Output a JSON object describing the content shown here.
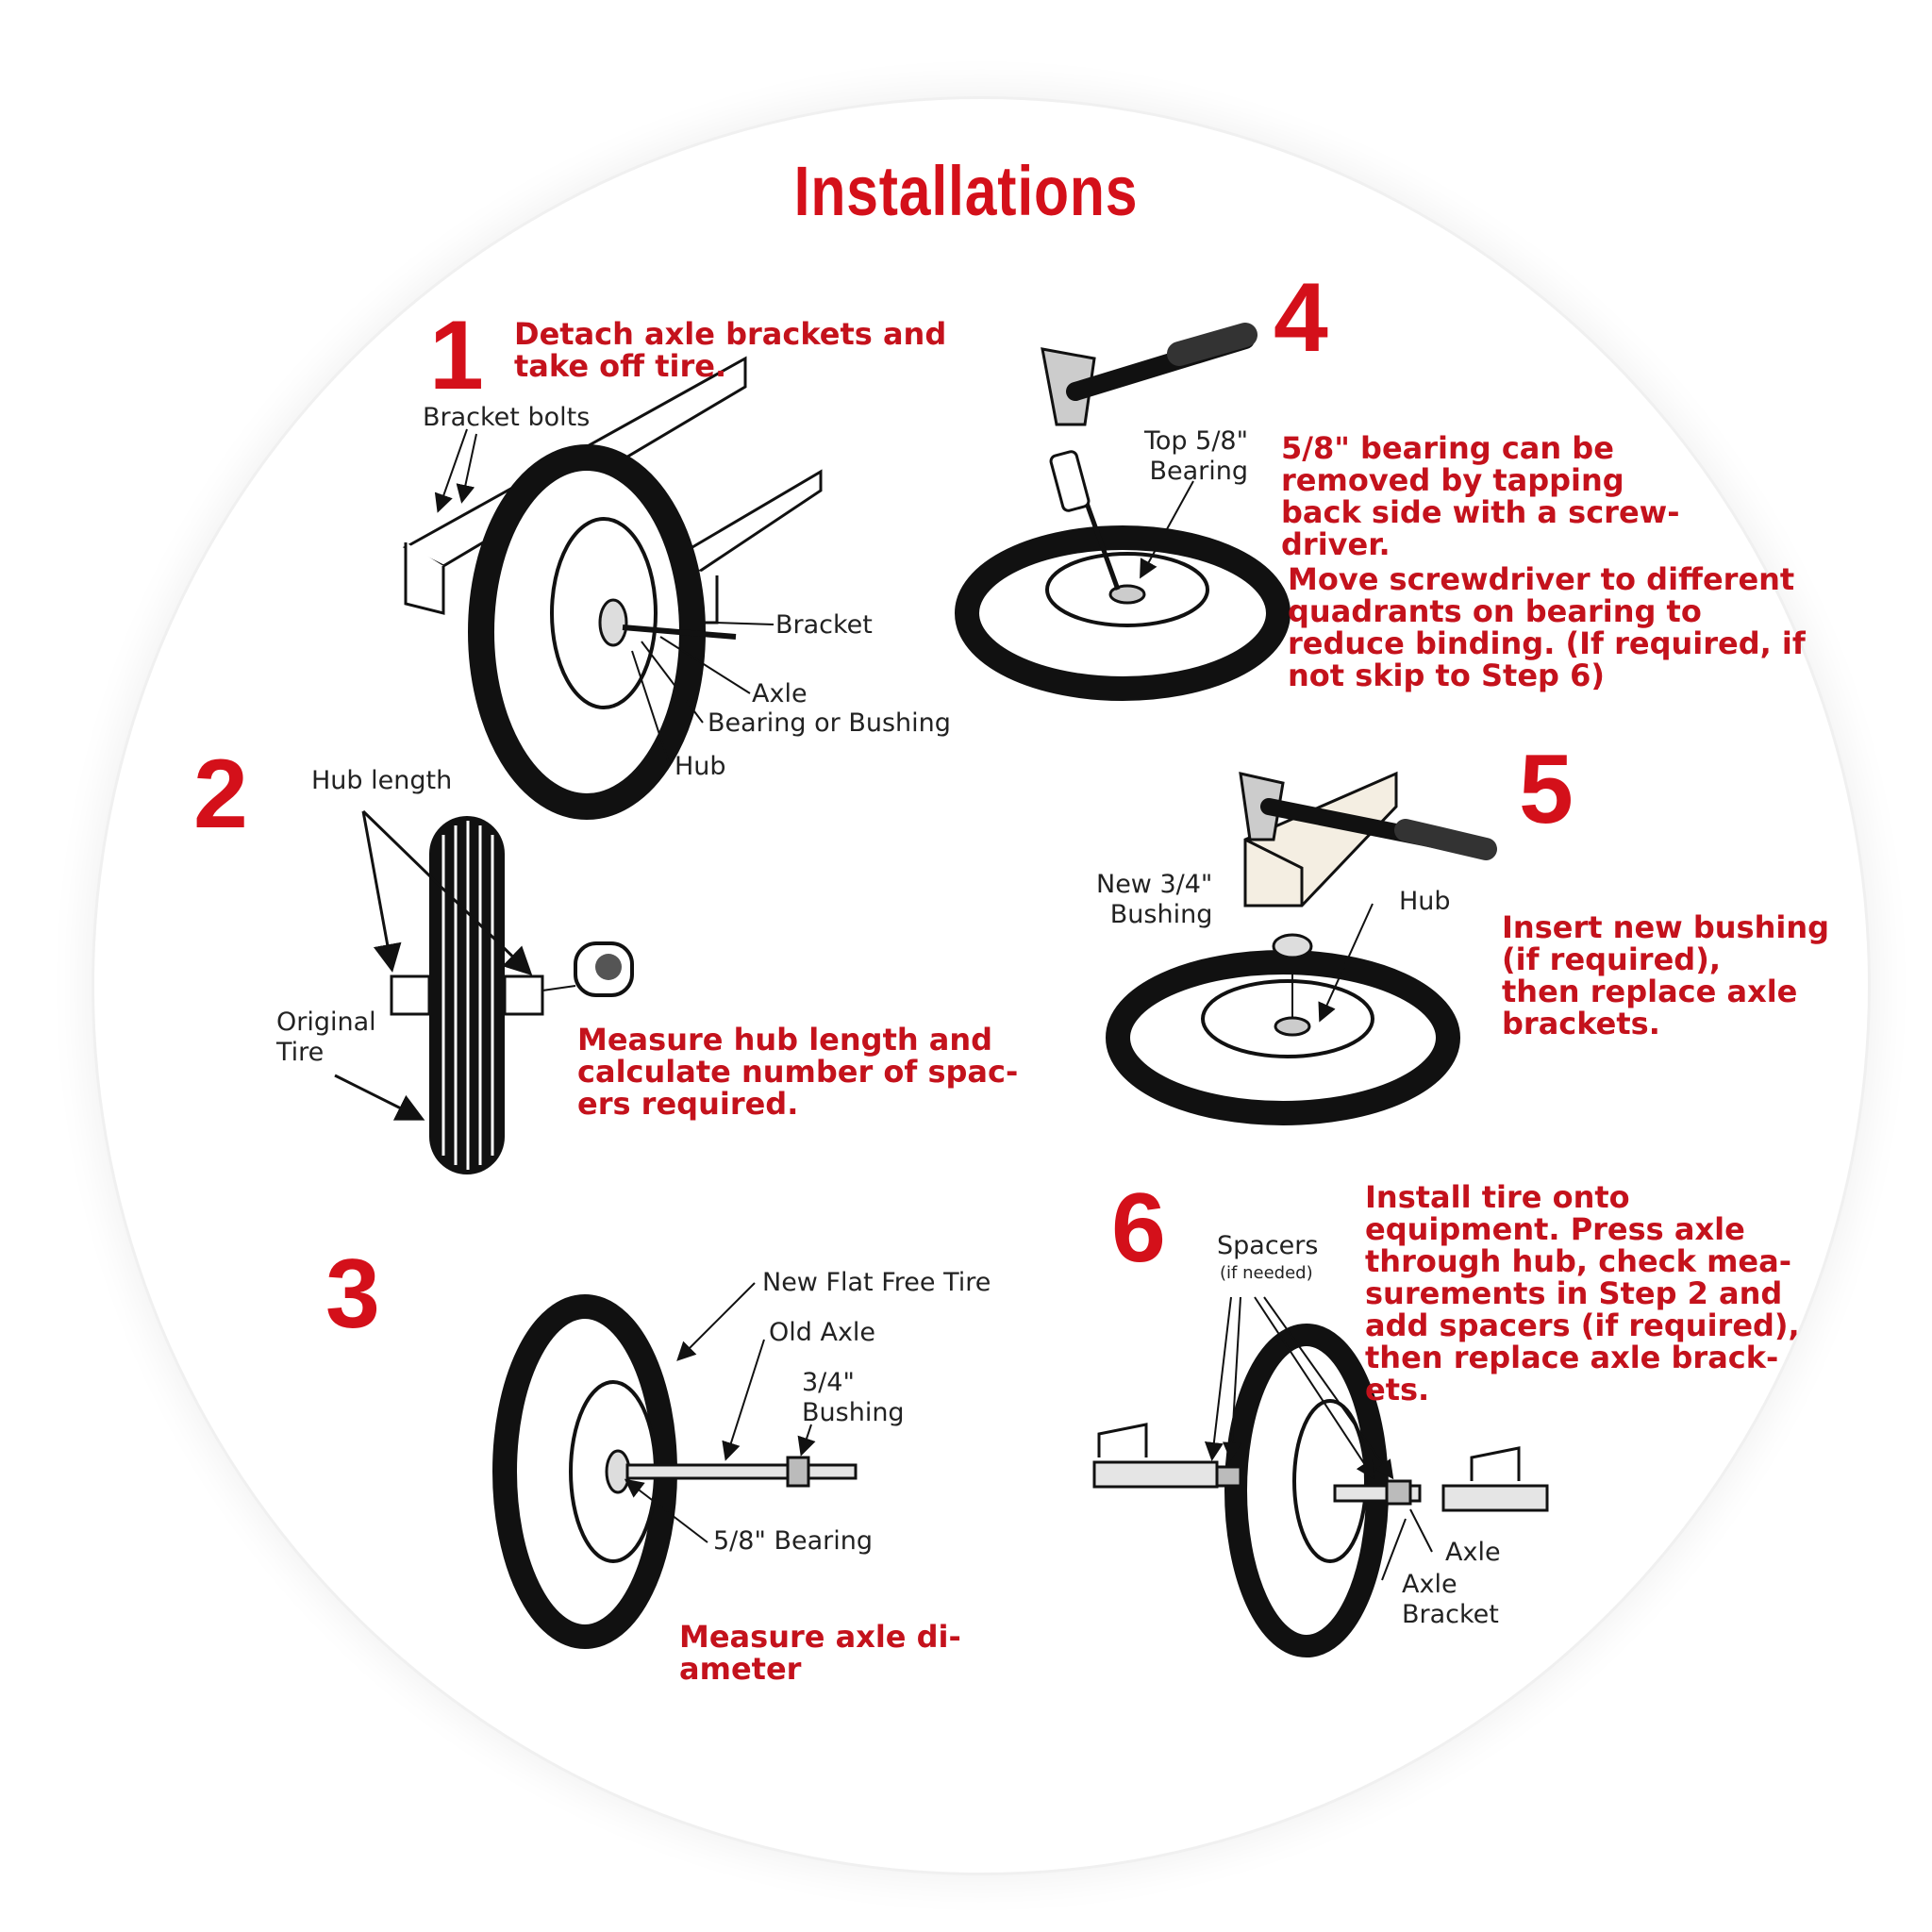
{
  "title": "Installations",
  "steps": [
    {
      "number": "1",
      "text": "Detach axle brackets and\ntake off tire.",
      "labels": {
        "bracket_bolts": "Bracket bolts",
        "bracket": "Bracket",
        "axle": "Axle",
        "bearing_bushing": "Bearing or Bushing",
        "hub": "Hub"
      }
    },
    {
      "number": "2",
      "text": "Measure hub length and\ncalculate number of spac-\ners required.",
      "labels": {
        "hub_length": "Hub length",
        "original_tire": "Original\nTire"
      }
    },
    {
      "number": "3",
      "text": "Measure axle di-\nameter",
      "labels": {
        "new_tire": "New Flat Free Tire",
        "old_axle": "Old Axle",
        "bushing": "3/4\"\nBushing",
        "bearing": "5/8\" Bearing"
      }
    },
    {
      "number": "4",
      "text": "5/8\" bearing can be\nremoved by tapping\nback side with a screw-\ndriver.",
      "text2": "Move screwdriver to different\nquadrants on bearing to\nreduce binding. (If required, if\nnot skip to Step 6)",
      "labels": {
        "top_bearing": "Top 5/8\"\nBearing"
      }
    },
    {
      "number": "5",
      "text": "Insert new bushing\n(if required),\nthen replace axle\nbrackets.",
      "labels": {
        "new_bushing": "New 3/4\"\nBushing",
        "hub": "Hub"
      }
    },
    {
      "number": "6",
      "text": "Install tire onto\nequipment. Press axle\nthrough hub, check mea-\nsurements in Step 2 and\nadd spacers (if required),\nthen replace axle brack-\nets.",
      "labels": {
        "spacers": "Spacers",
        "if_needed": "(if needed)",
        "axle": "Axle",
        "axle_bracket": "Axle\nBracket"
      }
    }
  ],
  "colors": {
    "accent": "#d4101a",
    "ink": "#111111"
  }
}
